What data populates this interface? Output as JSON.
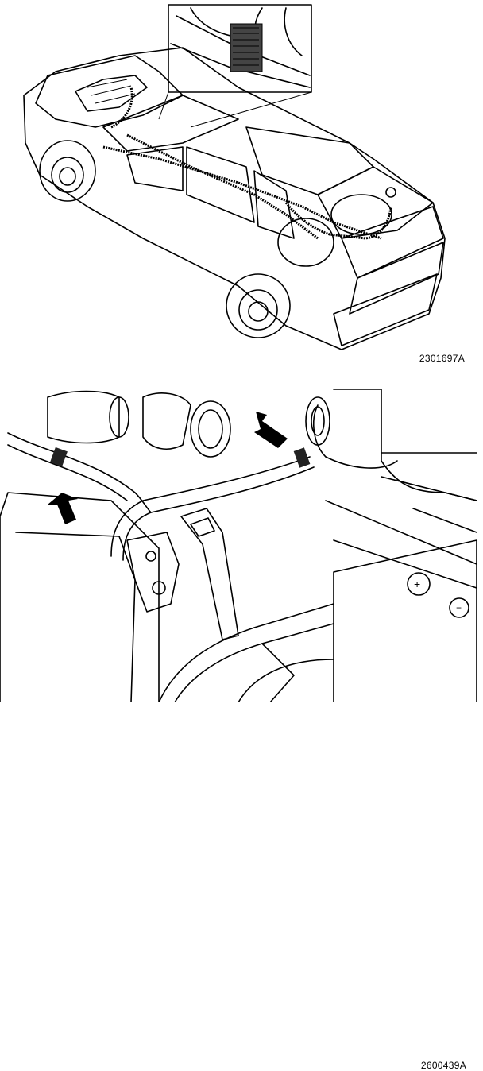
{
  "figure_top": {
    "reference_code": "2301697A",
    "subject": "car-wiring-harness",
    "inset": "harness-connector-detail"
  },
  "figure_bottom": {
    "reference_code": "2600439A",
    "subject": "engine-bay-hose-routing",
    "arrows": [
      "arrow-up-left",
      "arrow-down-right"
    ],
    "battery_terminal_symbols": [
      "+",
      "-"
    ]
  }
}
